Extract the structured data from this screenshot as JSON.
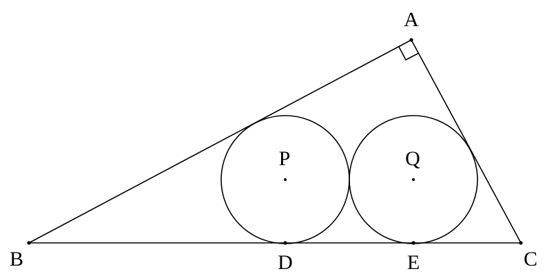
{
  "labels": {
    "A": "A",
    "B": "B",
    "C": "C",
    "D": "D",
    "E": "E",
    "P": "P",
    "Q": "Q"
  },
  "colors": {
    "ink": "#000000",
    "background": "#ffffff"
  }
}
